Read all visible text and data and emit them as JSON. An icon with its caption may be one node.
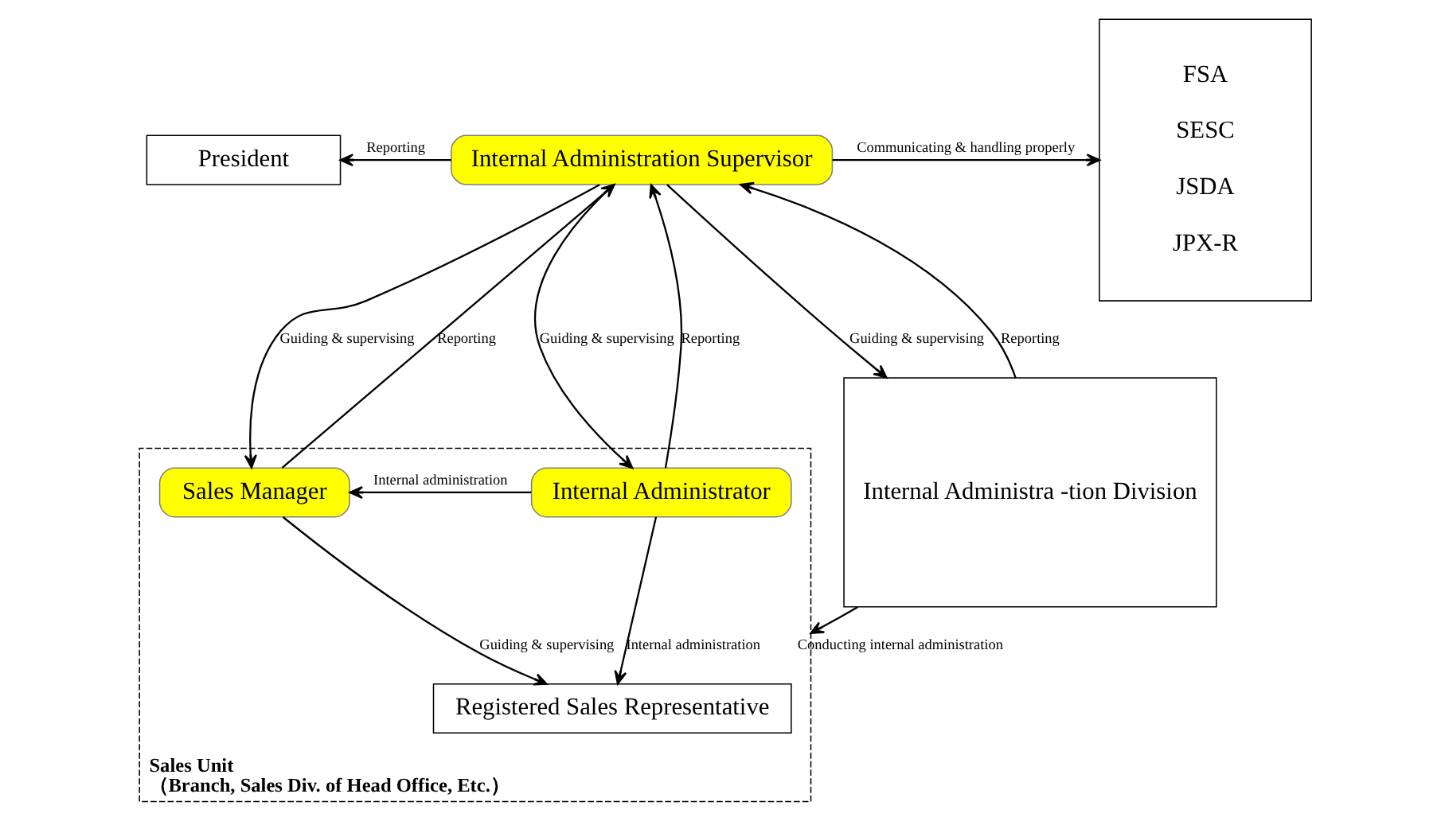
{
  "diagram": {
    "nodes": [
      {
        "text": [
          "President"
        ]
      },
      {
        "text": [
          "Internal Administration Supervisor"
        ]
      },
      {
        "text": [
          "FSA",
          "SESC",
          "JSDA",
          "JPX-R"
        ]
      },
      {
        "text": [
          "Sales Unit",
          "（Branch, Sales Div. of Head Office, Etc.）"
        ]
      },
      {
        "text": [
          "Sales Manager"
        ],
        "in": 3
      },
      {
        "text": [
          "Internal Administrator"
        ],
        "in": 3
      },
      {
        "text": [
          "Registered Sales Representative"
        ],
        "in": 3
      },
      {
        "text": [
          "Internal Administra -tion Division"
        ]
      }
    ],
    "edges": [
      {
        "from": 1,
        "to": 0,
        "arrow": "to",
        "label": "Reporting"
      },
      {
        "from": 1,
        "to": 2,
        "arrow": "to",
        "label": "Communicating & handling properly"
      },
      {
        "from": 4,
        "to": 1,
        "arrow": "to",
        "label": "Reporting"
      },
      {
        "from": 1,
        "to": 4,
        "arrow": "to",
        "label": "Guiding & supervising"
      },
      {
        "from": 1,
        "to": 5,
        "arrow": "to",
        "label": "Guiding & supervising"
      },
      {
        "from": 5,
        "to": 1,
        "arrow": "to",
        "label": "Reporting"
      },
      {
        "from": 1,
        "to": 7,
        "arrow": "to",
        "label": "Guiding & supervising"
      },
      {
        "from": 7,
        "to": 1,
        "arrow": "to",
        "label": "Reporting"
      },
      {
        "from": 5,
        "to": 4,
        "arrow": "to",
        "label": "Internal administration"
      },
      {
        "from": 4,
        "to": 6,
        "arrow": "to",
        "label": "Guiding & supervising"
      },
      {
        "from": 5,
        "to": 6,
        "arrow": "to",
        "label": "Internal administration"
      },
      {
        "from": 7,
        "to": 3,
        "arrow": "to",
        "label": "Conducting internal administration"
      }
    ]
  }
}
